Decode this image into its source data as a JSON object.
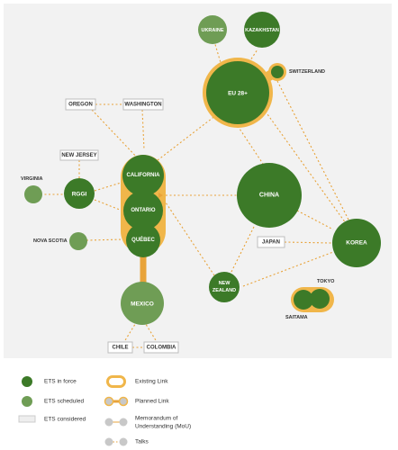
{
  "colors": {
    "panel_bg": "#f2f2f2",
    "ets_in_force": "#3c7a28",
    "ets_scheduled": "#6f9d55",
    "link": "#e8a33a",
    "link_ring": "#f0b64a",
    "considered_border": "#bdbdbd",
    "mou_grey": "#c8c8c8"
  },
  "jurisdictions": {
    "ukraine": "UKRAINE",
    "kazakhstan": "KAZAKHSTAN",
    "switzerland": "SWITZERLAND",
    "eu": "EU 28+",
    "oregon": "OREGON",
    "washington": "WASHINGTON",
    "new_jersey": "NEW JERSEY",
    "virginia": "VIRGINIA",
    "rggi": "RGGI",
    "california": "CALIFORNIA",
    "ontario": "ONTARIO",
    "quebec": "QUÉBEC",
    "nova_scotia": "NOVA SCOTIA",
    "china": "CHINA",
    "japan": "JAPAN",
    "korea": "KOREA",
    "new_zealand_line1": "NEW",
    "new_zealand_line2": "ZEALAND",
    "tokyo": "TOKYO",
    "saitama": "SAITAMA",
    "mexico": "MEXICO",
    "chile": "CHILE",
    "colombia": "COLOMBIA"
  },
  "legend": {
    "ets_in_force": "ETS in force",
    "ets_scheduled": "ETS scheduled",
    "ets_considered": "ETS considered",
    "existing_link": "Existing Link",
    "planned_link": "Planned Link",
    "mou_line1": "Memorandum of",
    "mou_line2": "Understanding (MoU)",
    "talks": "Talks"
  }
}
